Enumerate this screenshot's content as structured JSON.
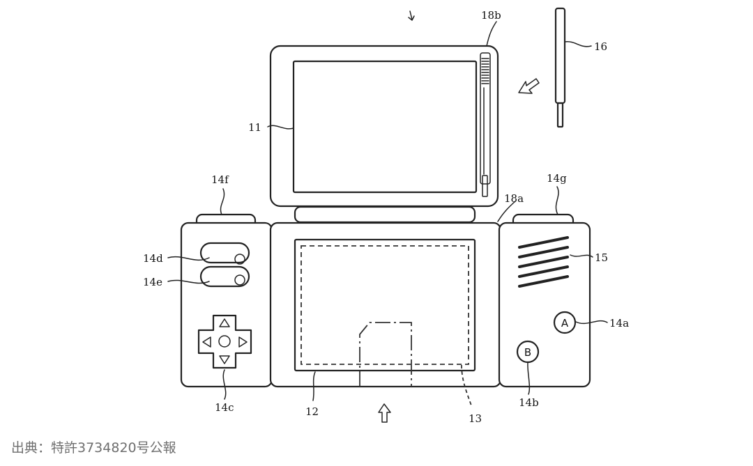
{
  "labels": {
    "stylus": "16",
    "upper_housing": "18b",
    "lower_housing": "18a",
    "upper_screen": "11",
    "lower_screen": "12",
    "touch_panel": "13",
    "l_button": "14f",
    "r_button": "14g",
    "start_button": "14d",
    "select_button": "14e",
    "dpad": "14c",
    "button_a": "14a",
    "button_b": "14b",
    "speaker": "15"
  },
  "button_glyphs": {
    "a": "A",
    "b": "B"
  },
  "caption": "出典：特許3734820号公報",
  "icons": [
    "stylus-icon",
    "arrow-down-icon",
    "arrow-up-icon",
    "arrow-diagonal-icon",
    "dpad-icon",
    "speaker-grille-icon"
  ]
}
